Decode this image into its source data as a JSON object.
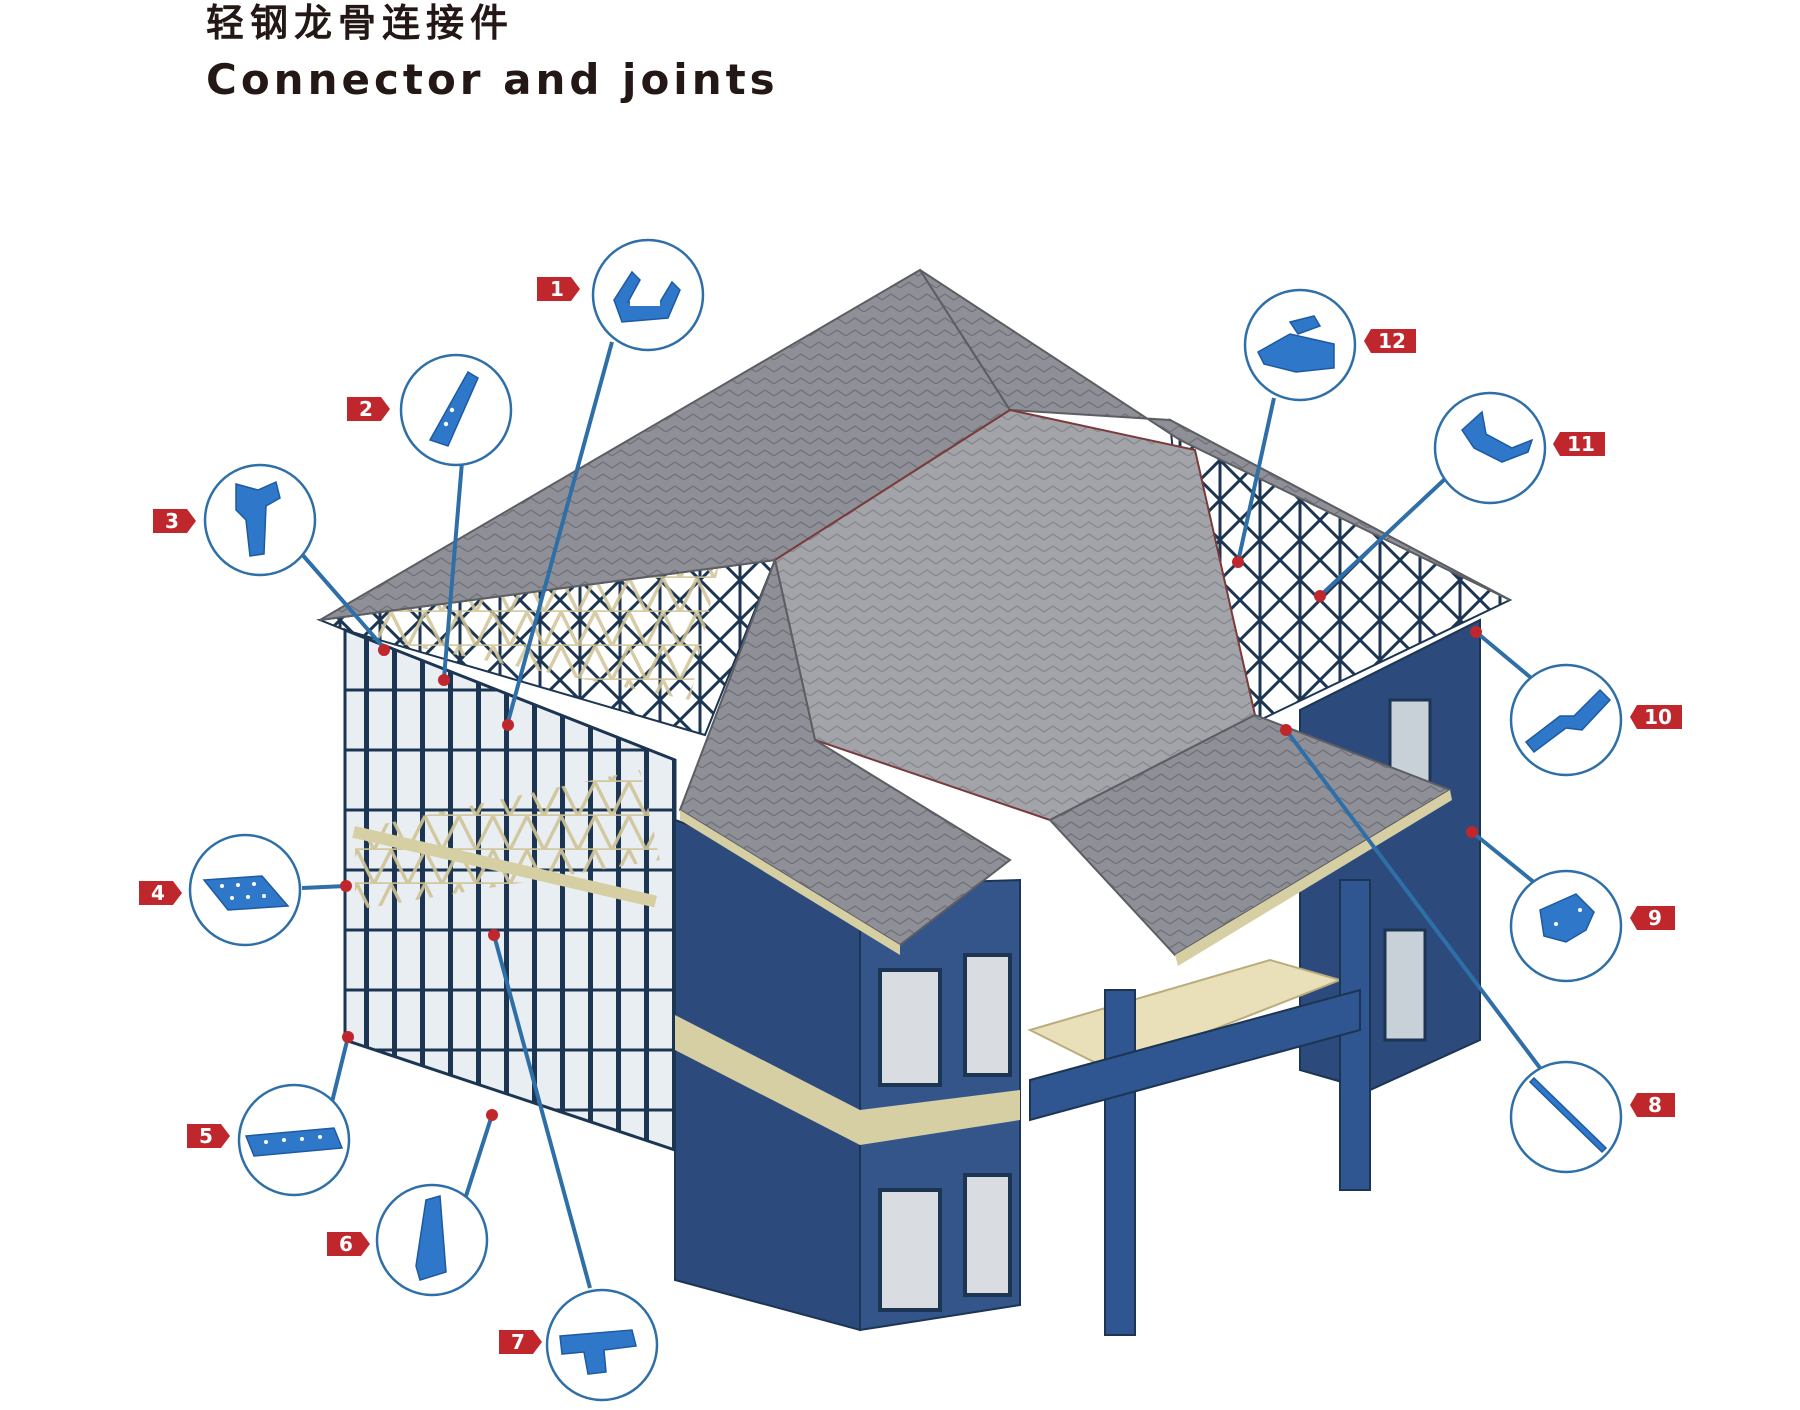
{
  "title": {
    "chinese": "轻钢龙骨连接件",
    "english": "Connector and joints"
  },
  "callouts": [
    {
      "label": "1",
      "icon": "u-channel-bracket-icon"
    },
    {
      "label": "2",
      "icon": "triangular-gusset-icon"
    },
    {
      "label": "3",
      "icon": "angled-hanger-bracket-icon"
    },
    {
      "label": "4",
      "icon": "flat-perforated-plate-icon"
    },
    {
      "label": "5",
      "icon": "flat-strap-plate-icon"
    },
    {
      "label": "6",
      "icon": "hold-down-bracket-icon"
    },
    {
      "label": "7",
      "icon": "t-plate-icon"
    },
    {
      "label": "8",
      "icon": "strap-brace-icon"
    },
    {
      "label": "9",
      "icon": "angle-clip-icon"
    },
    {
      "label": "10",
      "icon": "bent-strap-icon"
    },
    {
      "label": "11",
      "icon": "joist-hanger-icon"
    },
    {
      "label": "12",
      "icon": "rafter-connector-icon"
    }
  ],
  "colors": {
    "title": "#231815",
    "tag": "#c0272d",
    "leader": "#2f6fa8",
    "connector": "#2f77c9",
    "frame": "#1c3552",
    "wall": "#2c4a7c",
    "roof": "#8f9097",
    "timber": "#d7cfa4"
  }
}
